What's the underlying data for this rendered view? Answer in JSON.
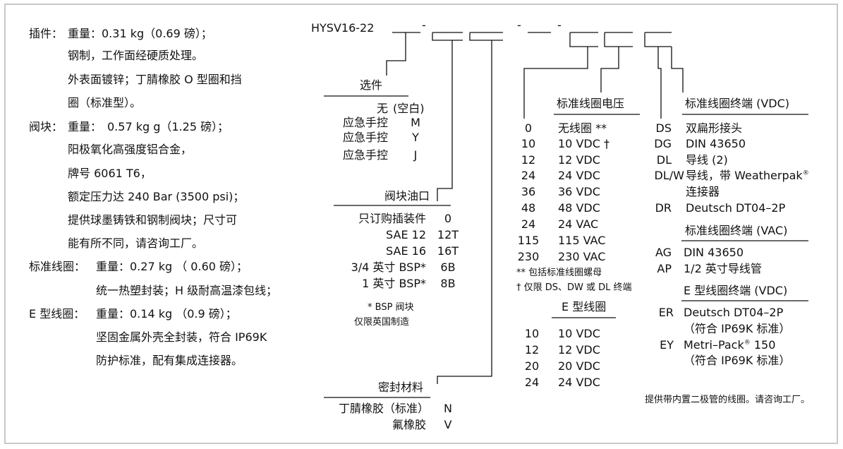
{
  "left_spec": {
    "cartridge_label": "插件：",
    "cartridge_lines": [
      "重量：0.31 kg（0.69 磅）；",
      "钢制，工作面经硬质处理。",
      "外表面镀锌；丁腈橡胶 O 型圈和挡",
      "圈（标准型）。"
    ],
    "body_label": "阀块：",
    "body_lines": [
      "重量：　0.57 kg g（1.25 磅）；",
      "阳极氧化高强度铝合金，",
      "牌号 6061 T6，",
      "额定压力达 240 Bar (3500 psi)；",
      "提供球墨铸铁和钢制阀块；尺寸可",
      "能有所不同，请咨询工厂。"
    ],
    "std_coil_label": "标准线圈：",
    "std_coil_lines": [
      "重量：0.27 kg （ 0.60 磅）；",
      "统一热塑封装；H 级耐高温漆包线；"
    ],
    "e_coil_label": "E 型线圈：",
    "e_coil_lines": [
      "重量：0.14 kg （0.9 磅）；",
      "坚固金属外壳全封装，符合 IP69K",
      "防护标准，配有集成连接器。"
    ]
  },
  "model_code": "HYSV16-22",
  "dashes": [
    "-",
    "-",
    "-"
  ],
  "options": {
    "heading": "选件",
    "rows": [
      {
        "label": "无",
        "code": "(空白)"
      },
      {
        "label": "应急手控",
        "code": "M"
      },
      {
        "label": "应急手控",
        "code": "Y"
      },
      {
        "label": "应急手控",
        "code": "J"
      }
    ]
  },
  "ports": {
    "heading": "阀块油口",
    "rows": [
      {
        "label": "只订购插装件",
        "code": "0"
      },
      {
        "label": "SAE 12",
        "code": "12T"
      },
      {
        "label": "SAE 16",
        "code": "16T"
      },
      {
        "label": "3/4 英寸 BSP*",
        "code": "6B"
      },
      {
        "label": "1 英寸 BSP*",
        "code": "8B"
      }
    ],
    "note_line1": "* BSP 阀块",
    "note_line2": "仅限英国制造"
  },
  "seals": {
    "heading": "密封材料",
    "rows": [
      {
        "label": "丁腈橡胶（标准）",
        "code": "N"
      },
      {
        "label": "氟橡胶",
        "code": "V"
      }
    ]
  },
  "std_voltage": {
    "heading": "标准线圈电压",
    "rows": [
      {
        "code": "0",
        "label": "无线圈 **"
      },
      {
        "code": "10",
        "label": "10 VDC †"
      },
      {
        "code": "12",
        "label": "12 VDC"
      },
      {
        "code": "24",
        "label": "24 VDC"
      },
      {
        "code": "36",
        "label": "36 VDC"
      },
      {
        "code": "48",
        "label": "48 VDC"
      },
      {
        "code": "24",
        "label": "24 VAC"
      },
      {
        "code": "115",
        "label": "115 VAC"
      },
      {
        "code": "230",
        "label": "230 VAC"
      }
    ],
    "note1": "** 包括标准线圈螺母",
    "note2": "† 仅限 DS、DW 或 DL 终端"
  },
  "e_voltage": {
    "heading": "E 型线圈",
    "rows": [
      {
        "code": "10",
        "label": "10 VDC"
      },
      {
        "code": "12",
        "label": "12 VDC"
      },
      {
        "code": "20",
        "label": "20 VDC"
      },
      {
        "code": "24",
        "label": "24 VDC"
      }
    ]
  },
  "term_vdc": {
    "heading": "标准线圈终端 (VDC)",
    "rows": [
      {
        "code": "DS",
        "label": "双扁形接头"
      },
      {
        "code": "DG",
        "label": "DIN 43650"
      },
      {
        "code": "DL",
        "label": "导线 (2)"
      },
      {
        "code": "DL/W",
        "label": "导线，带 Weatherpak",
        "sup": "®",
        "label2": "连接器"
      },
      {
        "code": "DR",
        "label": "Deutsch DT04–2P"
      }
    ]
  },
  "term_vac": {
    "heading": "标准线圈终端 (VAC)",
    "rows": [
      {
        "code": "AG",
        "label": "DIN 43650"
      },
      {
        "code": "AP",
        "label": "1/2 英寸导线管"
      }
    ]
  },
  "term_e": {
    "heading": "E 型线圈终端 (VDC)",
    "rows": [
      {
        "code": "ER",
        "label": "Deutsch DT04–2P",
        "label2": "（符合 IP69K 标准）"
      },
      {
        "code": "EY",
        "label": "Metri–Pack",
        "sup": "®",
        "label_tail": " 150",
        "label2": "（符合 IP69K 标准）"
      }
    ]
  },
  "footer_note": "提供带内置二极管的线圈。请咨询工厂。"
}
